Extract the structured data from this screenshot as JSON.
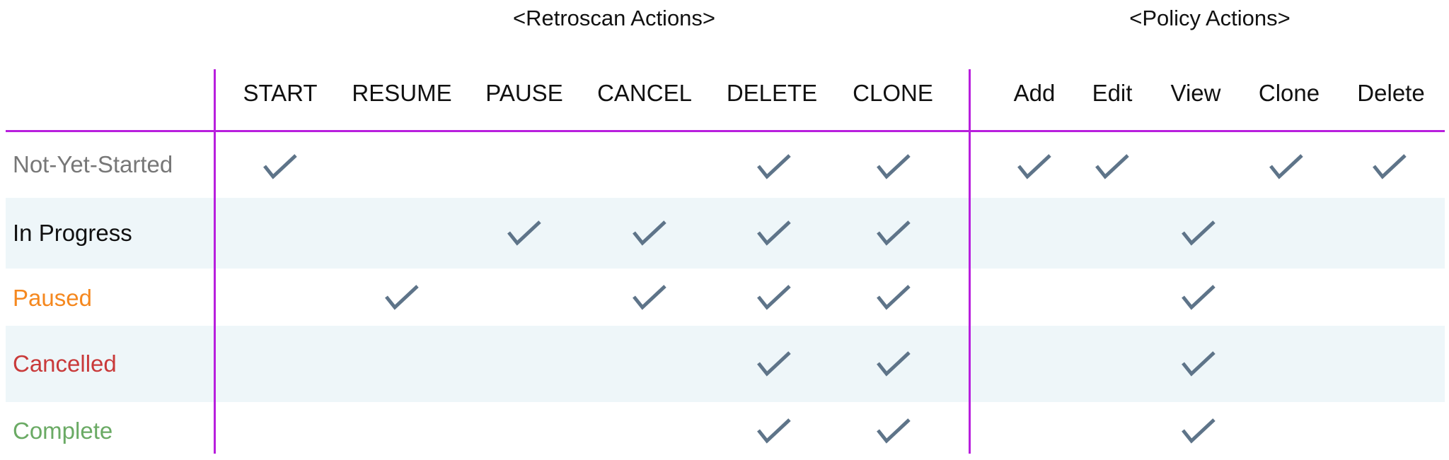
{
  "groups": {
    "retroscan": {
      "title": "<Retroscan Actions>"
    },
    "policy": {
      "title": "<Policy Actions>"
    }
  },
  "columns": [
    {
      "key": "start",
      "label": "START",
      "group": "retroscan"
    },
    {
      "key": "resume",
      "label": "RESUME",
      "group": "retroscan"
    },
    {
      "key": "pause",
      "label": "PAUSE",
      "group": "retroscan"
    },
    {
      "key": "cancel",
      "label": "CANCEL",
      "group": "retroscan"
    },
    {
      "key": "delete",
      "label": "DELETE",
      "group": "retroscan"
    },
    {
      "key": "clone",
      "label": "CLONE",
      "group": "retroscan"
    },
    {
      "key": "policy_add",
      "label": "Add",
      "group": "policy"
    },
    {
      "key": "policy_edit",
      "label": "Edit",
      "group": "policy"
    },
    {
      "key": "policy_view",
      "label": "View",
      "group": "policy"
    },
    {
      "key": "policy_clone",
      "label": "Clone",
      "group": "policy"
    },
    {
      "key": "policy_delete",
      "label": "Delete",
      "group": "policy"
    }
  ],
  "rows": [
    {
      "label": "Not-Yet-Started",
      "color": "#777777",
      "banded": false,
      "checks": [
        true,
        false,
        false,
        false,
        true,
        true,
        true,
        true,
        false,
        true,
        true
      ]
    },
    {
      "label": "In Progress",
      "color": "#111111",
      "banded": true,
      "checks": [
        false,
        false,
        true,
        true,
        true,
        true,
        false,
        false,
        true,
        false,
        false
      ]
    },
    {
      "label": "Paused",
      "color": "#F5881F",
      "banded": false,
      "checks": [
        false,
        true,
        false,
        true,
        true,
        true,
        false,
        false,
        true,
        false,
        false
      ]
    },
    {
      "label": "Cancelled",
      "color": "#C93A3A",
      "banded": true,
      "checks": [
        false,
        false,
        false,
        false,
        true,
        true,
        false,
        false,
        true,
        false,
        false
      ]
    },
    {
      "label": "Complete",
      "color": "#6AAA64",
      "banded": false,
      "checks": [
        false,
        false,
        false,
        false,
        true,
        true,
        false,
        false,
        true,
        false,
        false
      ]
    }
  ],
  "colors": {
    "rule": "#B81FDD",
    "band": "#EEF6F9",
    "check": "#5E7489"
  },
  "icons": {
    "check": "checkmark-icon"
  }
}
